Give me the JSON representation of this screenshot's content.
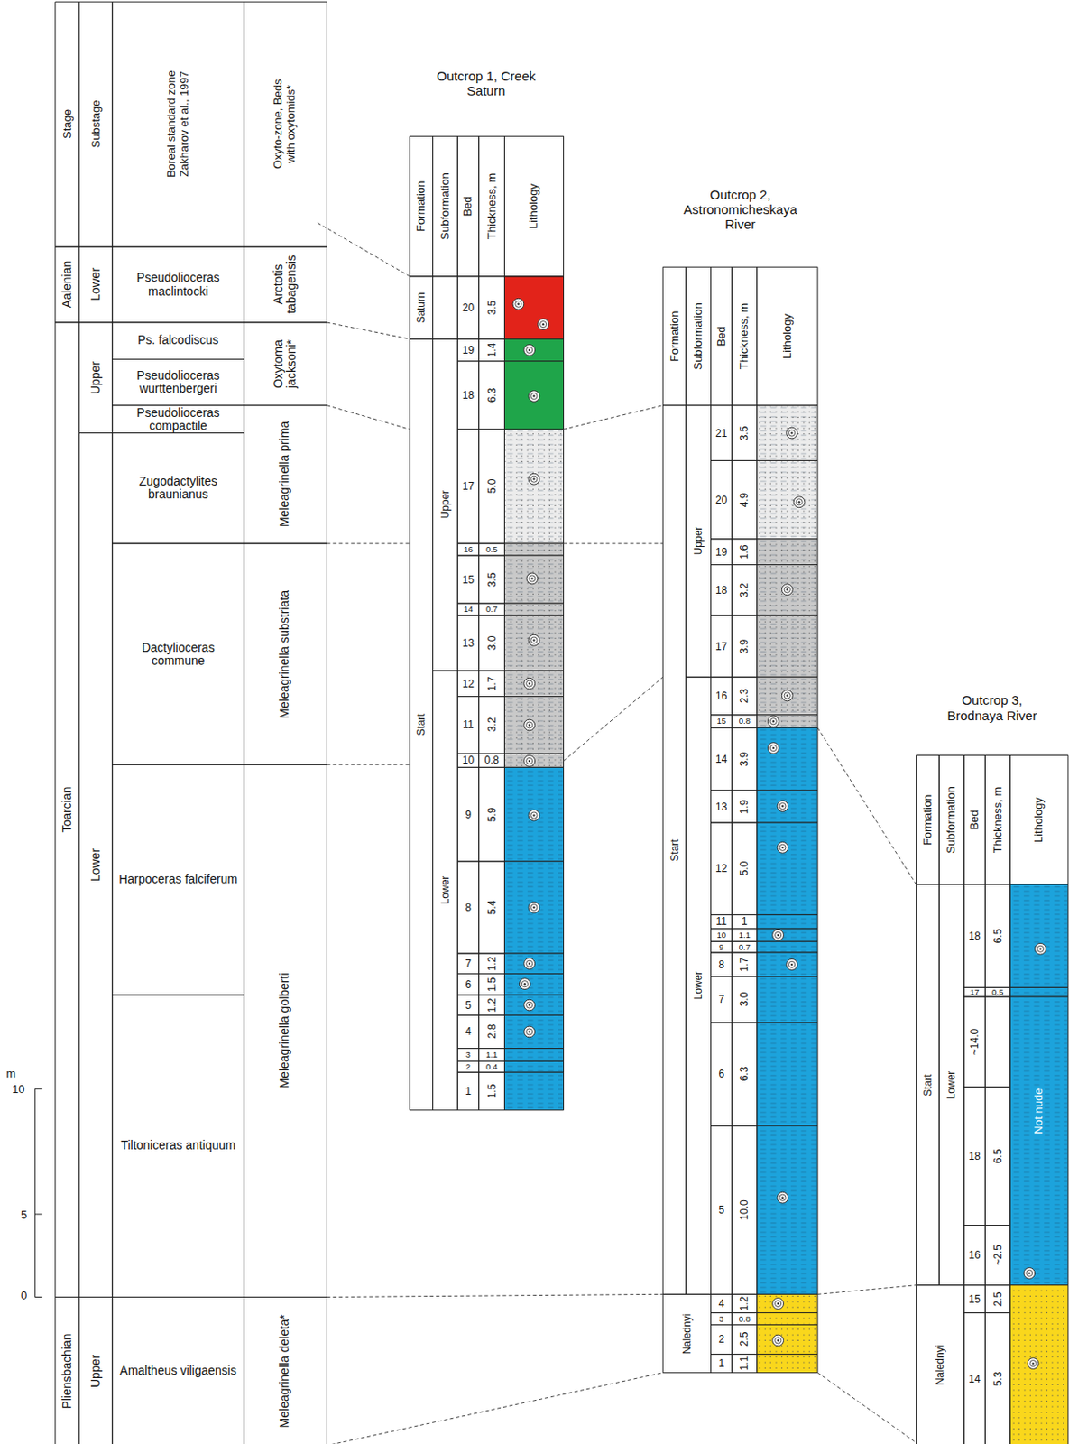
{
  "diagram": {
    "labels": [
      "Stage",
      "Substage",
      "Boreal standard zone Zakharov et al., 1997",
      "Oxyto-zone, Beds with oxytomids*",
      "Aalenian",
      "Lower",
      "Pseudolioceras maclintocki",
      "Arctotis tabagensis",
      "Toarcian",
      "Upper",
      "Ps. falcodiscus",
      "Pseudolioceras wurttenbergeri",
      "Pseudolioceras compactile",
      "Oxytoma jacksoni*",
      "Lower",
      "Zugodactylites braunianus",
      "Meleagrinella prima",
      "Dactylioceras commune",
      "Meleagrinella substriata",
      "Harpoceras falciferum",
      "Tiltoniceras antiquum",
      "Meleagrinella golberti",
      "Pliensbachian",
      "Upper",
      "Amaltheus viligaensis",
      "Meleagrinella deleta*",
      "m",
      "10",
      "5",
      "0",
      "Outcrop 1, Creek Saturn",
      "Formation",
      "Subformation",
      "Bed",
      "Thickness, m",
      "Lithology",
      "Saturn",
      "Start",
      "Upper",
      "Lower",
      "20",
      "3.5",
      "19",
      "1.4",
      "18",
      "6.3",
      "17",
      "5.0",
      "16",
      "0.5",
      "15",
      "3.5",
      "14",
      "0.7",
      "13",
      "3.0",
      "12",
      "1.7",
      "11",
      "3.2",
      "10",
      "0.8",
      "9",
      "5.9",
      "8",
      "5.4",
      "7",
      "1.2",
      "6",
      "1.5",
      "5",
      "1.2",
      "4",
      "2.8",
      "3",
      "1.1",
      "2",
      "0.4",
      "1",
      "1.5",
      "Outcrop 2, Astronomicheskaya River",
      "Formation",
      "Subformation",
      "Bed",
      "Thickness, m",
      "Lithology",
      "Start",
      "Upper",
      "Lower",
      "Nalednyi",
      "21",
      "3.5",
      "20",
      "4.9",
      "19",
      "1.6",
      "18",
      "3.2",
      "17",
      "3.9",
      "16",
      "2.3",
      "15",
      "0.8",
      "14",
      "3.9",
      "13",
      "1.9",
      "12",
      "5.0",
      "11",
      "1",
      "10",
      "1.1",
      "9",
      "0.7",
      "8",
      "1.7",
      "7",
      "3.0",
      "6",
      "6.3",
      "5",
      "10.0",
      "4",
      "1.2",
      "3",
      "0.8",
      "2",
      "2.5",
      "1",
      "1.1",
      "Outcrop 3, Brodnaya River",
      "Formation",
      "Subformation",
      "Bed",
      "Thickness, m",
      "Lithology",
      "Start",
      "Lower",
      "Nalednyi",
      "18",
      "6.5",
      "17",
      "0.5",
      "~14.0",
      "18",
      "6.5",
      "16",
      "~2.5",
      "15",
      "2.5",
      "14",
      "5.3",
      "Not nude"
    ]
  }
}
